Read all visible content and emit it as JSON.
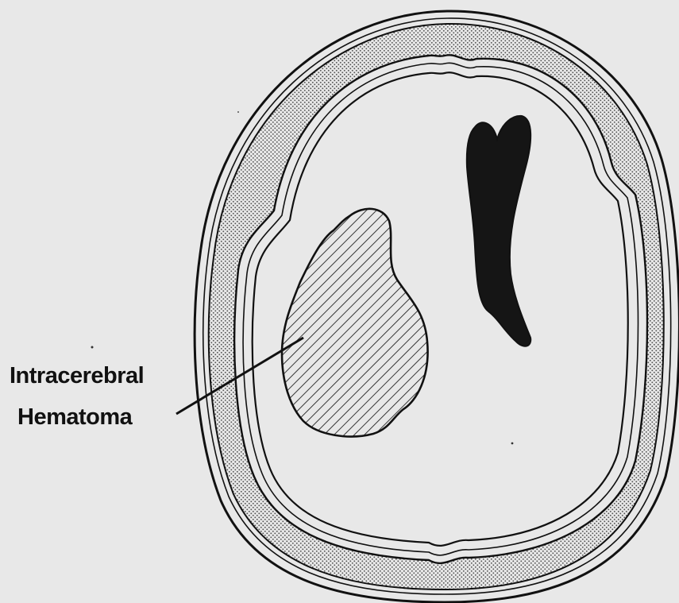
{
  "annotation": {
    "line1": "Intracerebral",
    "line2": "Hematoma"
  },
  "colors": {
    "background": "#e8e8e8",
    "outline": "#111111",
    "skull_stipple": "#555555",
    "ventricle_fill": "#151515"
  },
  "icons": {
    "hematoma": "diagonal-hatched-region",
    "ventricle": "solid-black-lateral-ventricle",
    "skull": "stippled-bone-ring"
  }
}
